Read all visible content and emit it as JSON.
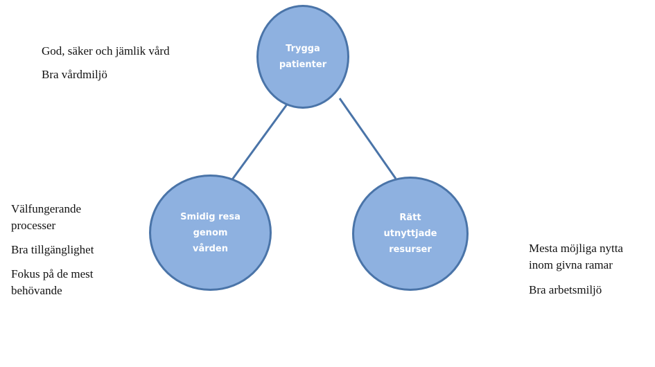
{
  "colors": {
    "node_fill": "#8eb1e0",
    "node_border": "#4a74a8",
    "connector": "#4a74a8",
    "node_text": "#ffffff",
    "body_text": "#111111"
  },
  "nodes": {
    "top": {
      "label": "Trygga\npatienter"
    },
    "left": {
      "label": "Smidig resa\ngenom\nvården"
    },
    "right": {
      "label": "Rätt\nutnyttjade\nresurser"
    }
  },
  "texts": {
    "top": [
      "God, säker och jämlik vård",
      "Bra vårdmiljö"
    ],
    "left": [
      "Välfungerande\nprocesser",
      "Bra tillgänglighet",
      "Fokus på de mest\nbehövande"
    ],
    "right": [
      "Mesta möjliga nytta\ninom givna ramar",
      "Bra arbetsmiljö"
    ]
  }
}
